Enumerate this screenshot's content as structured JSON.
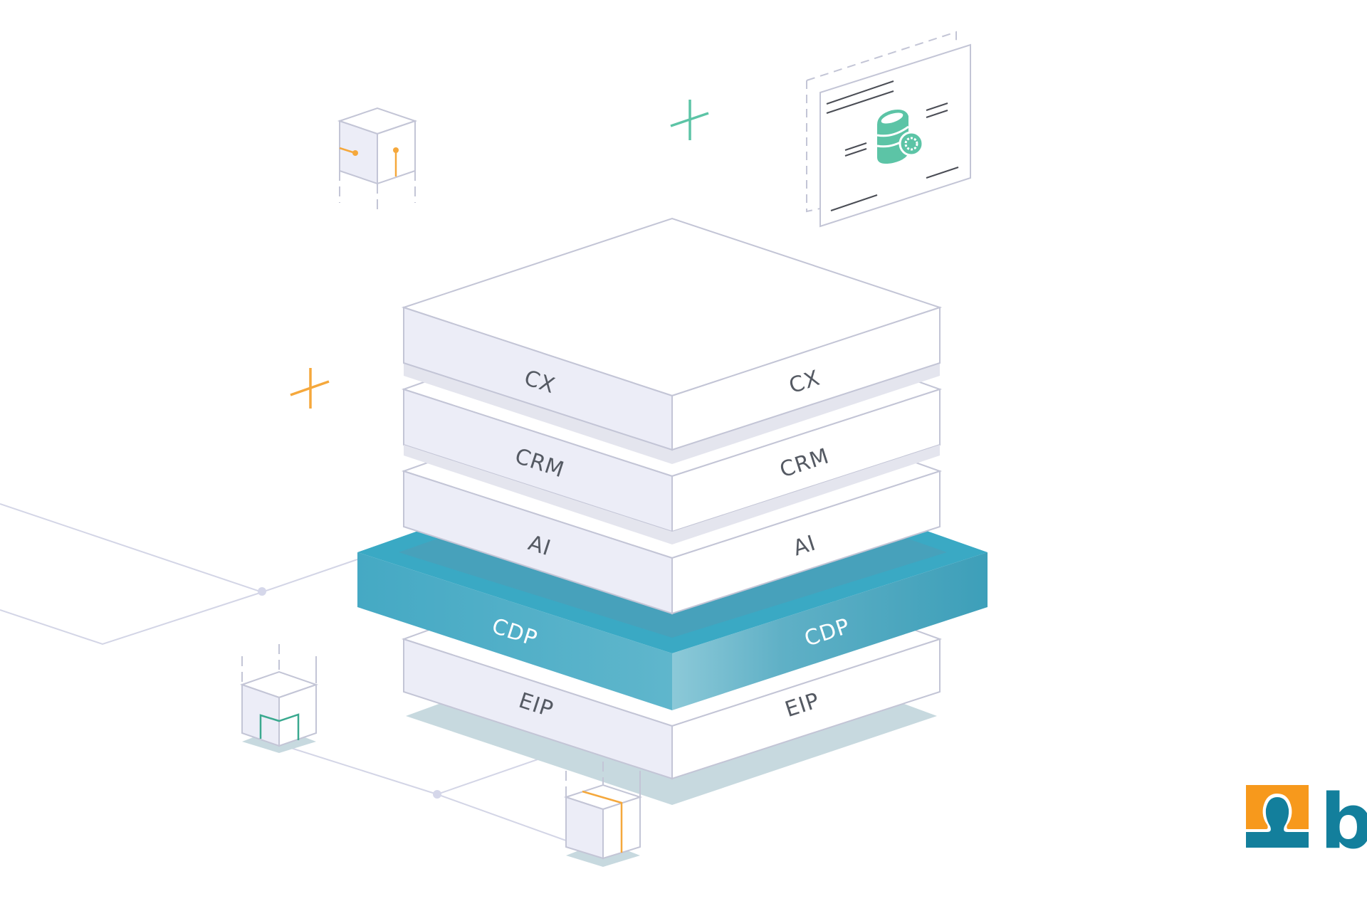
{
  "diagram": {
    "title": "Layered technology stack",
    "layers": [
      {
        "id": "cx",
        "label": "CX",
        "highlighted": false
      },
      {
        "id": "crm",
        "label": "CRM",
        "highlighted": false
      },
      {
        "id": "ai",
        "label": "AI",
        "highlighted": false
      },
      {
        "id": "cdp",
        "label": "CDP",
        "highlighted": true
      },
      {
        "id": "eip",
        "label": "EIP",
        "highlighted": false
      }
    ],
    "decorations": {
      "plus_icons": [
        {
          "name": "plus-icon-teal",
          "color": "#5cc4a6"
        },
        {
          "name": "plus-icon-orange",
          "color": "#f5a83c"
        }
      ],
      "cubes": [
        {
          "name": "cube-icon-top",
          "accent": "#f5a83c"
        },
        {
          "name": "cube-icon-bottom-left",
          "accent": "#3aa98f"
        },
        {
          "name": "cube-icon-bottom",
          "accent": "#f5a83c"
        }
      ],
      "document_panel": {
        "icon": "database-gear-icon",
        "icon_color": "#5cc4a6"
      }
    },
    "colors": {
      "slab_left": "#ecedf7",
      "slab_right": "#ffffff",
      "slab_stroke": "#c3c5d6",
      "gap_shadow": "#e4e5ee",
      "cdp_top": "#3aa9c4",
      "cdp_left": "#4fb2cb",
      "cdp_right": "#3f9fb8",
      "ground_shadow": "#c6d8de",
      "label_text": "#555a63",
      "cdp_label_text": "#ffffff",
      "connector_line": "#cfd1e4"
    }
  },
  "logo": {
    "name": "brand-logo",
    "letter": "b",
    "primary_color": "#137f9c",
    "secondary_color": "#f7991c"
  }
}
